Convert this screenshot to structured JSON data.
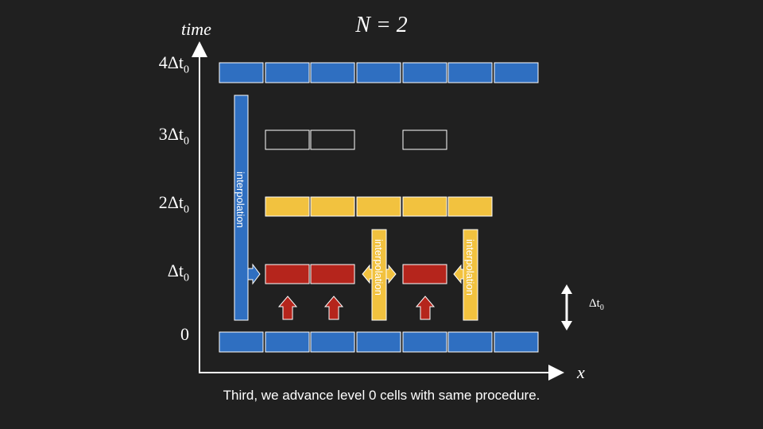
{
  "title": "N = 2",
  "axes": {
    "y_label": "time",
    "x_label": "x",
    "y_ticks": [
      "4Δt",
      "3Δt",
      "2Δt",
      "Δt",
      "0"
    ],
    "y_tick_subscripts": [
      "0",
      "0",
      "0",
      "0",
      ""
    ]
  },
  "interpolation_labels": [
    "interpolation",
    "interpolation",
    "interpolation"
  ],
  "delta_marker": {
    "text": "Δt",
    "subscript": "0"
  },
  "caption": "Third, we advance level 0 cells with same procedure.",
  "colors": {
    "level0_blue": "#2f6fc1",
    "level1_yellow": "#f2c23f",
    "level1_red": "#b5251c",
    "pending_outline": "#ffffff",
    "background": "#202020"
  }
}
